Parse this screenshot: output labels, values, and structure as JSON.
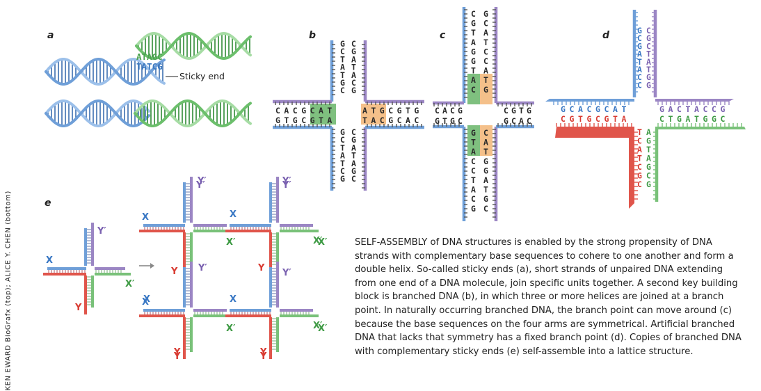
{
  "credit": "KEN EWARD BioGrafx (top); ALICE Y. CHEN (bottom)",
  "caption": {
    "lead": "SELF-ASSEMBLY",
    "body": " of DNA structures is enabled by the strong propensity of DNA strands with complementary base sequences to cohere to one another and form a double helix. So-called sticky ends (a), short strands of unpaired DNA extending from one end of a DNA molecule, join specific units together. A second key building block is branched DNA (b), in which three or more helices are joined at a branch point. In naturally occurring branched DNA, the branch point can move around (c) because the base sequences on the four arms are symmetrical. Artificial branched DNA that lacks that symmetry has a fixed branch point (d). Copies of branched DNA with complementary sticky ends (e) self-assemble into a lattice structure."
  },
  "panels": {
    "a": {
      "label": "a",
      "top_strand": "ATAGC",
      "bottom_strand": "TATCG",
      "callout": "Sticky end"
    },
    "b": {
      "label": "b",
      "left_top": "CACGCAT",
      "left_bottom": "GTGCGTA",
      "right_top": "ATGCGTG",
      "right_bottom": "TACGCAC",
      "up_left": "GCTATGC",
      "up_right": "CGATACG",
      "down_left": "GCTATCG",
      "down_right": "CGATAGC"
    },
    "c": {
      "label": "c",
      "left_top": "CACG",
      "left_bottom": "GTGC",
      "right_top": "CGTG",
      "right_bottom": "GCAC",
      "up_left": "CGTAGGTAC",
      "up_right": "GCATCCATG",
      "down_left": "GTACCTACG",
      "down_right": "CATGGATGC"
    },
    "d": {
      "label": "d",
      "left_top": "GCACGCAT",
      "left_bottom": "CGTGCGTA",
      "right_top": "GACTACCG",
      "right_bottom": "CTGATGGC",
      "up_left": "GCGATACC",
      "up_right": "CGCTATGG",
      "down_left": "TCATCGC",
      "down_right": "AGTAGCG"
    },
    "e": {
      "label": "e",
      "sticky": [
        "X",
        "X′",
        "Y",
        "Y′"
      ],
      "arrow": "→"
    }
  },
  "colors": {
    "blue": "#5b8fd0",
    "green": "#5aaf5f",
    "purple": "#9b7fc2",
    "red": "#d9473f",
    "teal": "#3b8cc7",
    "orange_highlight": "#f4c08a",
    "green_highlight": "#7fc07f"
  }
}
